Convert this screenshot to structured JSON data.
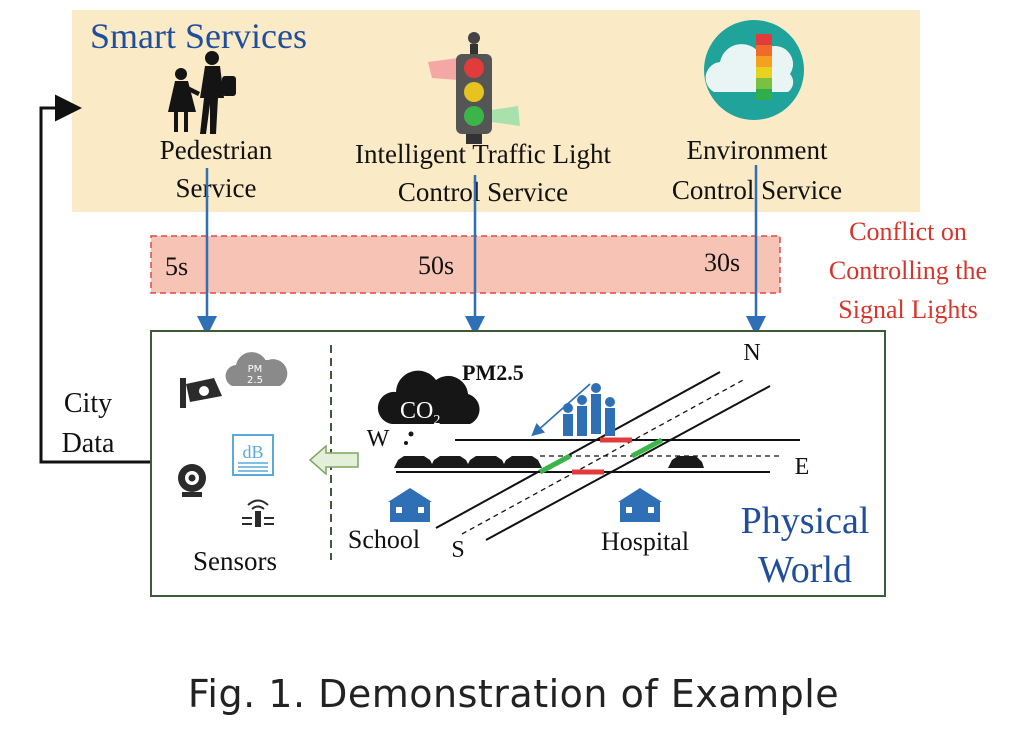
{
  "smart_services": {
    "title": "Smart Services",
    "pedestrian": {
      "line1": "Pedestrian",
      "line2": "Service"
    },
    "traffic": {
      "line1": "Intelligent Traffic Light",
      "line2": "Control Service"
    },
    "environment": {
      "line1": "Environment",
      "line2": "Control Service"
    }
  },
  "conflict": {
    "times": [
      "5s",
      "50s",
      "30s"
    ],
    "label": {
      "line1": "Conflict on",
      "line2": "Controlling the",
      "line3": "Signal Lights"
    }
  },
  "city_data": {
    "line1": "City",
    "line2": "Data"
  },
  "physical": {
    "title": {
      "line1": "Physical",
      "line2": "World"
    },
    "sensors_label": "Sensors",
    "pm_badge": {
      "line1": "PM",
      "line2": "2.5"
    },
    "db_badge": "dB",
    "pm_text": "PM2.5",
    "co2": {
      "main": "CO",
      "sub": "2"
    },
    "directions": {
      "n": "N",
      "e": "E",
      "s": "S",
      "w": "W"
    },
    "school": "School",
    "hospital": "Hospital"
  },
  "caption": "Fig. 1.  Demonstration of Example",
  "colors": {
    "panel": "#fbeac6",
    "conflict_fill": "#f7c3b4",
    "conflict_border": "#e04848",
    "arrow_blue": "#2e6fb6",
    "title_blue": "#1f4e9c",
    "conflict_text": "#d9342b",
    "frame_green": "#3d5b3a"
  }
}
